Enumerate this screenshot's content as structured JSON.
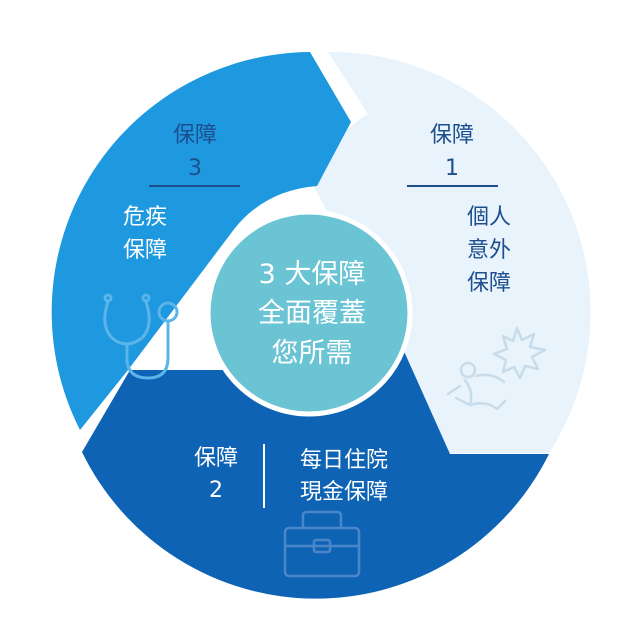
{
  "colors": {
    "segment_1": "#e8f3fb",
    "segment_2": "#0e63b4",
    "segment_3": "#1e98de",
    "center": "#6bc4d3",
    "text_dark": "#1d4f8f",
    "text_white": "#ffffff",
    "icon_light": "#c7dceb",
    "icon_mid": "#5cb5ea",
    "icon_deep": "#4b87c8"
  },
  "center": {
    "line1": "3 大保障",
    "line2": "全面覆蓋",
    "line3": "您所需"
  },
  "segments": {
    "s1": {
      "label": "保障",
      "number": "1",
      "desc": [
        "個人",
        "意外",
        "保障"
      ],
      "icon": "accident-icon"
    },
    "s2": {
      "label": "保障",
      "number": "2",
      "desc": [
        "每日住院",
        "現金保障"
      ],
      "icon": "suitcase-icon"
    },
    "s3": {
      "label": "保障",
      "number": "3",
      "desc": [
        "危疾",
        "保障"
      ],
      "icon": "stethoscope-icon"
    }
  }
}
